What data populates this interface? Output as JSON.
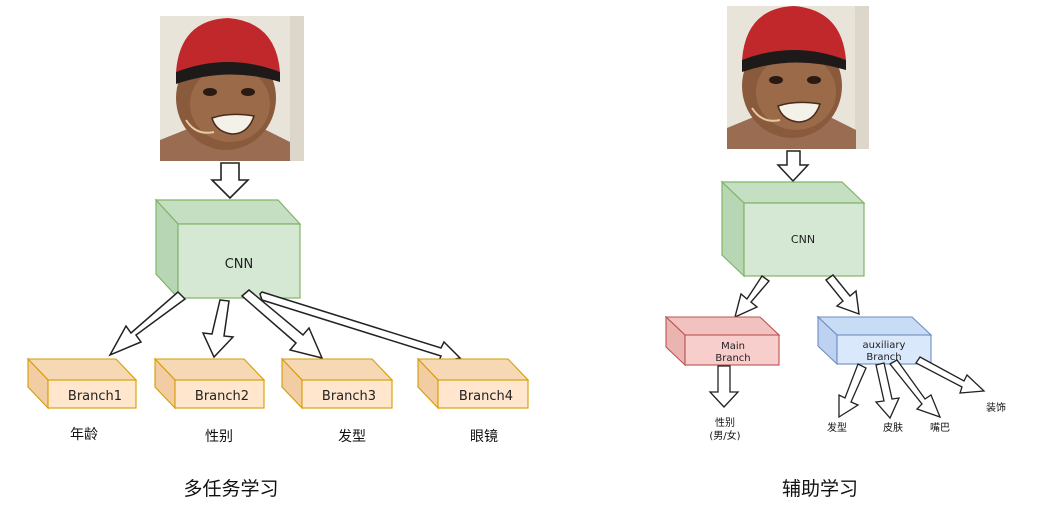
{
  "colors": {
    "cnn_fill": "#d5e8d4",
    "cnn_stroke": "#82b366",
    "branch_fill": "#ffe6cc",
    "branch_stroke": "#d79b00",
    "main_branch_fill": "#f8cecc",
    "main_branch_stroke": "#b85450",
    "aux_branch_fill": "#dae8fc",
    "aux_branch_stroke": "#6c8ebf",
    "hat": "#c0282c",
    "skin": "#8a5a3c"
  },
  "left": {
    "cnn_label": "CNN",
    "branches": [
      {
        "label": "Branch1",
        "output": "年龄"
      },
      {
        "label": "Branch2",
        "output": "性别"
      },
      {
        "label": "Branch3",
        "output": "发型"
      },
      {
        "label": "Branch4",
        "output": "眼镜"
      }
    ],
    "caption": "多任务学习"
  },
  "right": {
    "cnn_label": "CNN",
    "main_branch": {
      "line1": "Main",
      "line2": "Branch"
    },
    "aux_branch": {
      "line1": "auxiliary",
      "line2": "Branch"
    },
    "main_output": {
      "line1": "性别",
      "line2": "(男/女)"
    },
    "aux_outputs": [
      "发型",
      "皮肤",
      "嘴巴",
      "装饰"
    ],
    "caption": "辅助学习"
  }
}
